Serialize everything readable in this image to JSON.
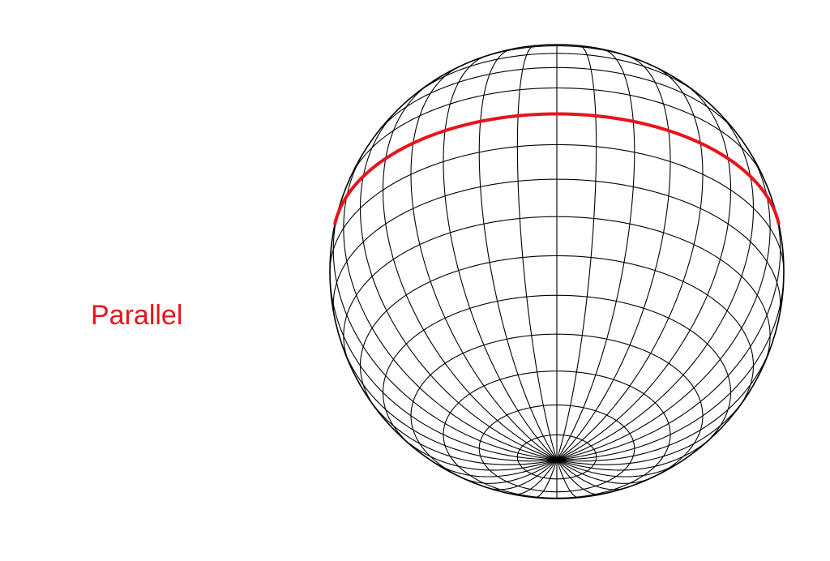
{
  "label": {
    "text": "Parallel",
    "color": "#e8141c"
  },
  "globe": {
    "grid_color": "#000000",
    "highlight_color": "#e8141c",
    "meridian_count": 36,
    "parallel_latitudes_deg": [
      -80,
      -70,
      -60,
      -50,
      -40,
      -30,
      -20,
      -10,
      0,
      10,
      20,
      30,
      40,
      50,
      60,
      70,
      80
    ],
    "highlighted_parallel_deg": 10,
    "pole_tilt_deg": 34
  }
}
